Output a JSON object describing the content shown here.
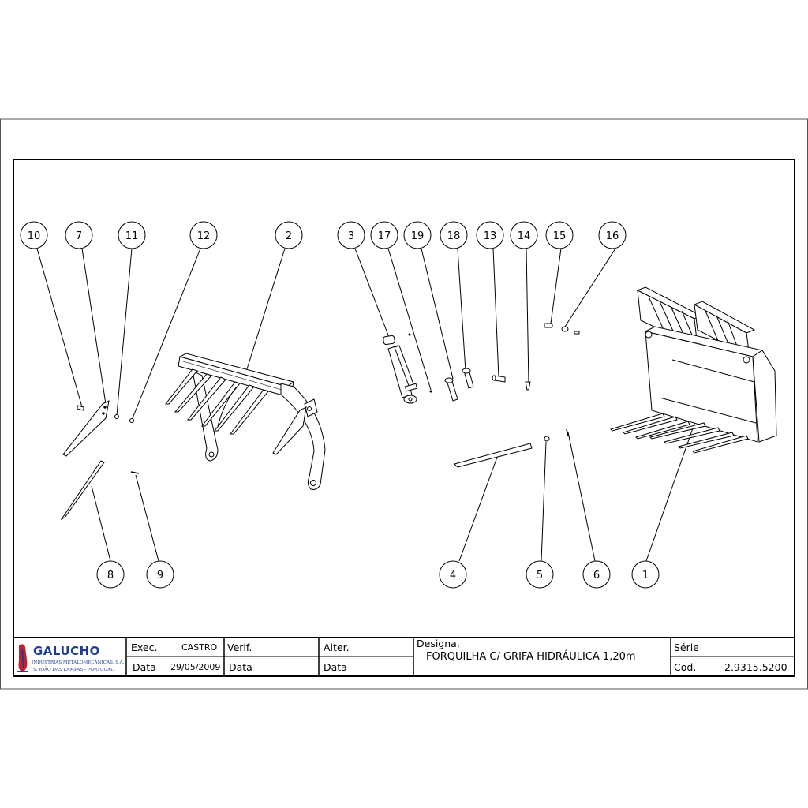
{
  "balloons": {
    "top": [
      "10",
      "7",
      "11",
      "12",
      "2",
      "3",
      "17",
      "19",
      "18",
      "13",
      "14",
      "15",
      "16"
    ],
    "bottom": [
      "8",
      "9",
      "4",
      "5",
      "6",
      "1"
    ]
  },
  "title_block": {
    "company": "GALUCHO",
    "company_sub1": "INDÚSTRIAS METALOMECÂNICAS, S.A.",
    "company_sub2": "S. JOÃO DAS LAMPAS - PORTUGAL",
    "exec_label": "Exec.",
    "exec_value": "CASTRO",
    "date_label": "Data",
    "date_value": "29/05/2009",
    "verif_label": "Verif.",
    "verif_date_label": "Data",
    "alter_label": "Alter.",
    "alter_date_label": "Data",
    "designation_label": "Designa.",
    "designation_value": "FORQUILHA C/ GRIFA HIDRÁULICA 1,20m",
    "serie_label": "Série",
    "cod_label": "Cod.",
    "cod_value": "2.9315.5200"
  },
  "colors": {
    "brand": "#1e3f8f",
    "brand_red": "#c8202a",
    "line": "#000000"
  }
}
